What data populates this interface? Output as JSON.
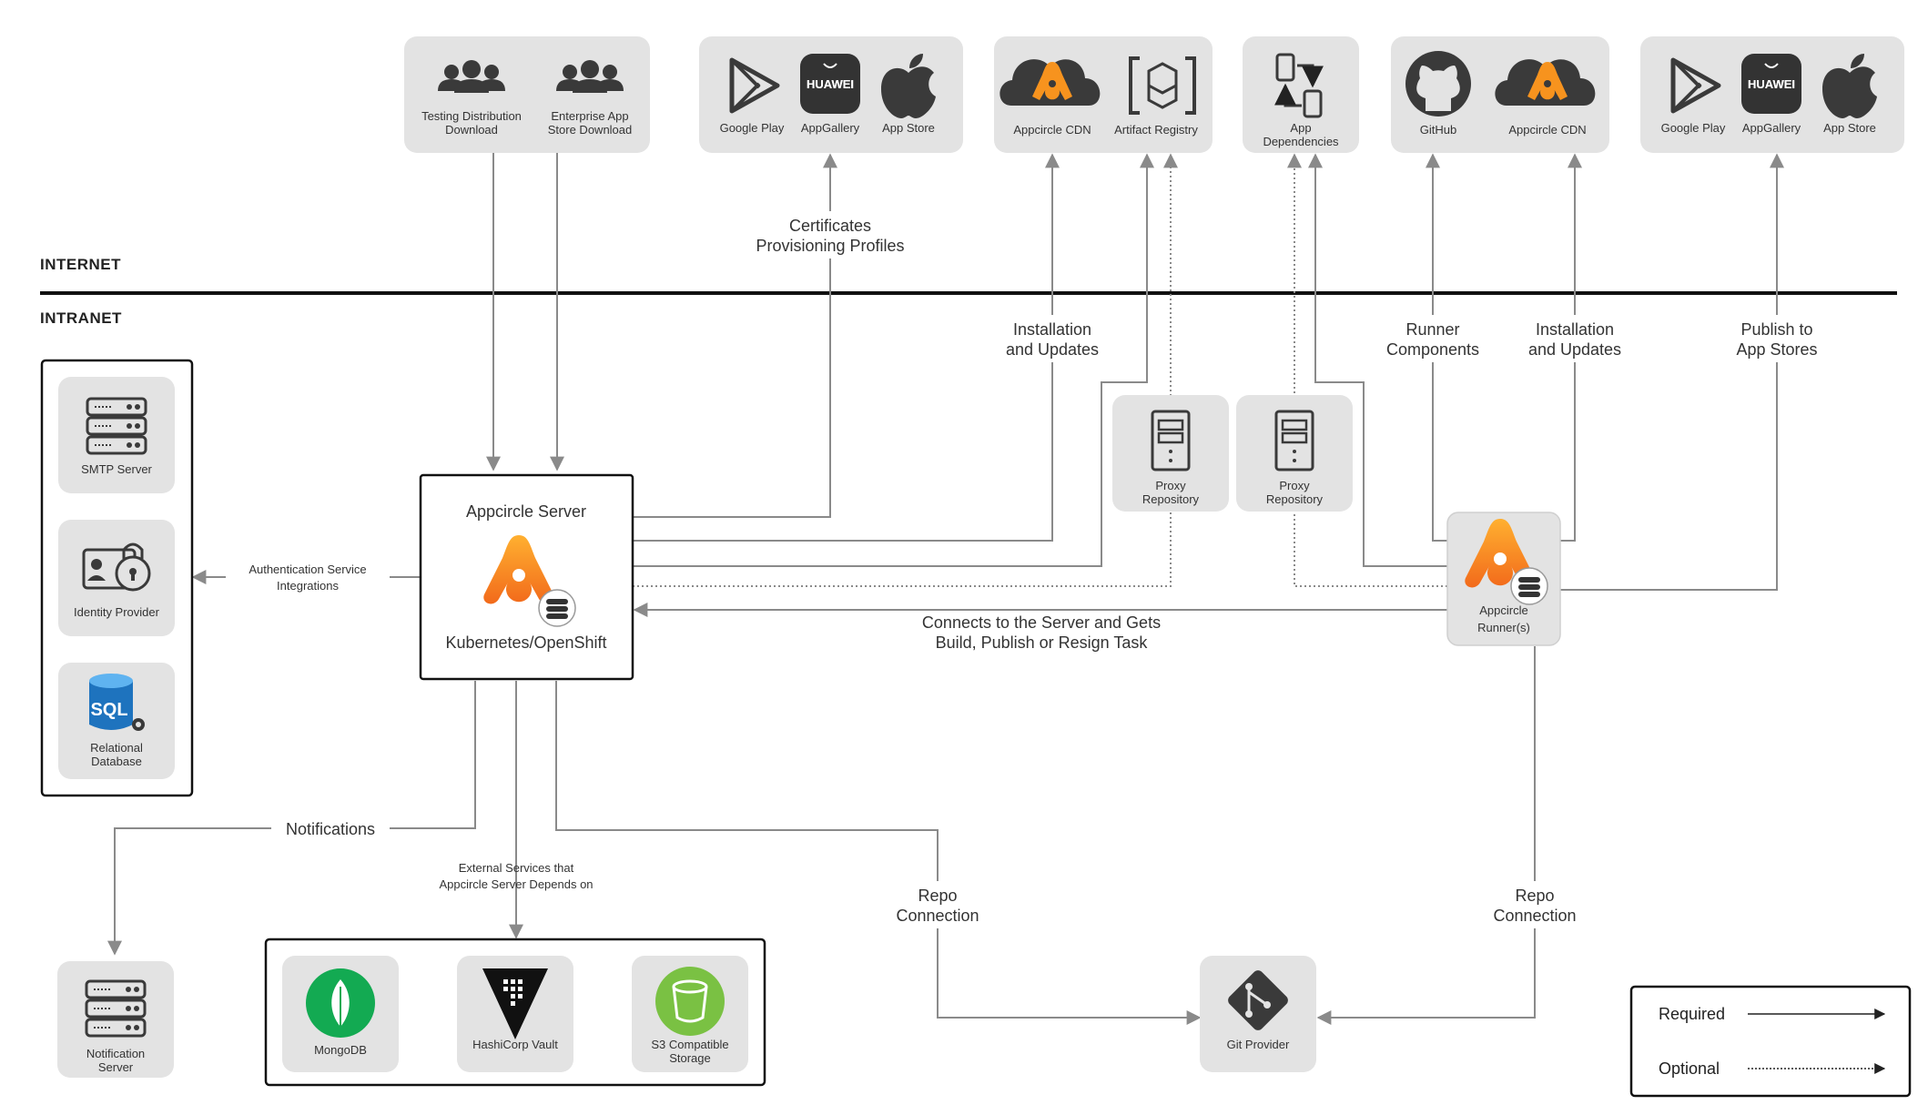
{
  "zones": {
    "internet": "INTERNET",
    "intranet": "INTRANET"
  },
  "top_groups": {
    "downloads": {
      "testing_distribution": [
        "Testing Distribution",
        "Download"
      ],
      "enterprise_store": [
        "Enterprise App",
        "Store Download"
      ]
    },
    "stores_a": {
      "google_play": "Google Play",
      "appgallery": "AppGallery",
      "app_store": "App Store",
      "huawei": "HUAWEI"
    },
    "cdn_group": {
      "appcircle_cdn": "Appcircle CDN",
      "artifact_registry": "Artifact Registry"
    },
    "app_dependencies": [
      "App",
      "Dependencies"
    ],
    "runner_group": {
      "github": "GitHub",
      "appcircle_cdn": "Appcircle CDN"
    },
    "stores_b": {
      "google_play": "Google Play",
      "appgallery": "AppGallery",
      "app_store": "App Store",
      "huawei": "HUAWEI"
    }
  },
  "left_services": {
    "smtp": "SMTP Server",
    "identity": "Identity Provider",
    "relational": [
      "Relational",
      "Database"
    ],
    "sql": "SQL"
  },
  "server": {
    "title": "Appcircle Server",
    "subtitle": "Kubernetes/OpenShift"
  },
  "proxies": {
    "proxy1": [
      "Proxy",
      "Repository"
    ],
    "proxy2": [
      "Proxy",
      "Repository"
    ]
  },
  "runner": [
    "Appcircle",
    "Runner(s)"
  ],
  "edge_labels": {
    "certificates": [
      "Certificates",
      "Provisioning Profiles"
    ],
    "install_updates_1": [
      "Installation",
      "and Updates"
    ],
    "runner_components": [
      "Runner",
      "Components"
    ],
    "install_updates_2": [
      "Installation",
      "and Updates"
    ],
    "publish": [
      "Publish to",
      "App Stores"
    ],
    "auth": [
      "Authentication Service",
      "Integrations"
    ],
    "connects": [
      "Connects to the Server and Gets",
      "Build, Publish or Resign Task"
    ],
    "notifications": "Notifications",
    "external": [
      "External Services that",
      "Appcircle Server Depends on"
    ],
    "repo_1": [
      "Repo",
      "Connection"
    ],
    "repo_2": [
      "Repo",
      "Connection"
    ]
  },
  "bottom": {
    "notification_server": [
      "Notification",
      "Server"
    ],
    "mongodb": "MongoDB",
    "vault": "HashiCorp Vault",
    "s3": [
      "S3 Compatible",
      "Storage"
    ],
    "git_provider": "Git Provider"
  },
  "legend": {
    "required": "Required",
    "optional": "Optional"
  },
  "colors": {
    "accent_orange": "#f7931e",
    "mongo_green": "#13aa52",
    "s3_green": "#7ac143",
    "line_gray": "#8a8a8a",
    "box_gray": "#e3e3e3"
  }
}
